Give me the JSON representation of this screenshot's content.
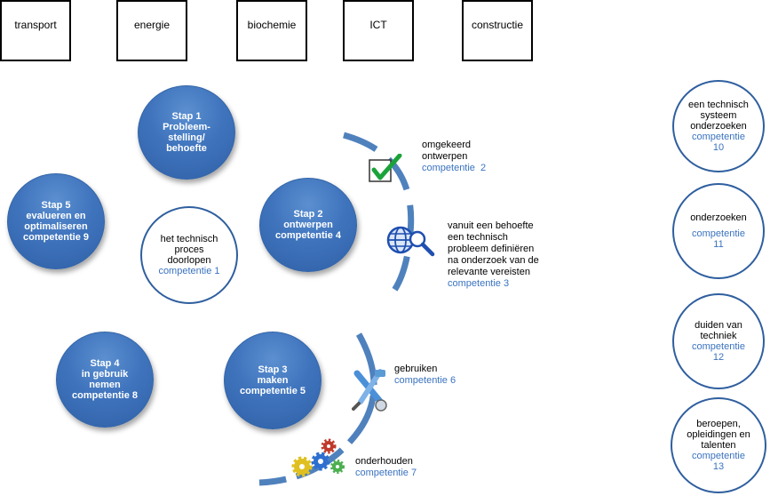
{
  "domains": [
    "transport",
    "energie",
    "biochemie",
    "ICT",
    "constructie"
  ],
  "steps": {
    "s1": "Stap 1\nProbleem-\nstelling/\nbehoefte",
    "s2": "Stap 2\nontwerpen\ncompetentie 4",
    "s3": "Stap 3\nmaken\ncompetentie 5",
    "s4": "Stap 4\nin gebruik\nnemen\ncompetentie 8",
    "s5": "Stap 5\nevalueren en\noptimaliseren\ncompetentie 9"
  },
  "center": {
    "text": "het technisch\nproces\ndoorlopen",
    "competentie": "competentie 1"
  },
  "side": {
    "omgekeerd": {
      "text": "omgekeerd\nontwerpen",
      "competentie": "competentie  2"
    },
    "vanuit": {
      "text": "vanuit een behoefte\neen technisch\nprobleem definiëren\nna onderzoek van de\nrelevante vereisten",
      "competentie": "competentie 3"
    },
    "gebruiken": {
      "text": "gebruiken",
      "competentie": "competentie 6"
    },
    "onderhouden": {
      "text": "onderhouden",
      "competentie": "competentie 7"
    }
  },
  "right": [
    {
      "text": "een technisch\nsysteem\nonderzoeken",
      "competentie": "competentie\n10"
    },
    {
      "text": "onderzoeken",
      "competentie": "competentie\n11"
    },
    {
      "text": "duiden van\ntechniek",
      "competentie": "competentie\n12"
    },
    {
      "text": "beroepen,\nopleidingen en\ntalenten",
      "competentie": "competentie\n13"
    }
  ],
  "colors": {
    "step_blue": "#3f74bd",
    "arc_blue": "#4f81bd",
    "text_blue": "#3a73c0",
    "check_green": "#1aa33a"
  },
  "icons": [
    "check-icon",
    "globe-search-icon",
    "tools-icon",
    "gears-icon"
  ]
}
